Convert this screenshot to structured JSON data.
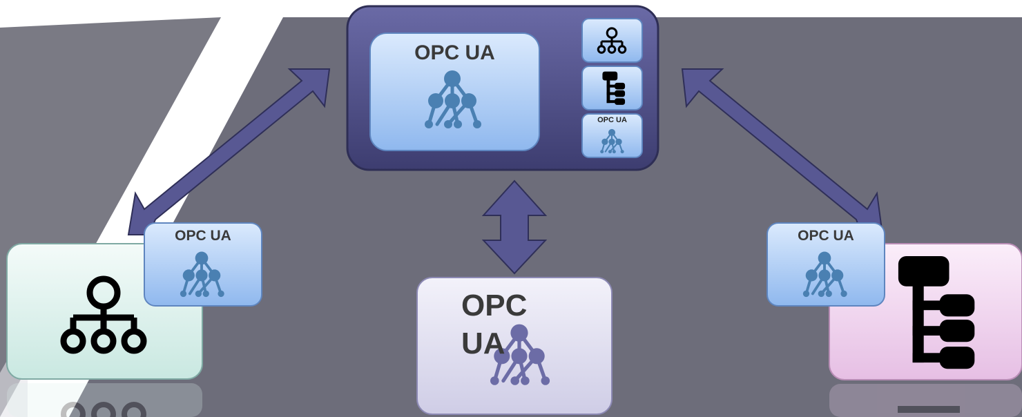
{
  "diagram": {
    "central_server": {
      "main_label": "OPC UA",
      "mini_label": "OPC UA"
    },
    "left_node": {
      "badge_label": "OPC UA"
    },
    "right_node": {
      "badge_label": "OPC UA"
    },
    "bottom_node": {
      "label_line1": "OPC",
      "label_line2": "UA"
    },
    "icons": {
      "org_tree": "hierarchy-icon",
      "list_tree": "tree-list-icon",
      "address_space": "node-tree-icon"
    },
    "colors": {
      "background_gray": "#6e6e7c",
      "arrow_purple": "#565690",
      "server_frame": "#4f4f86",
      "badge_blue": "#a9ccf5",
      "left_node_teal": "#dff2ee",
      "right_node_pink": "#f1d2ee",
      "bottom_node_lavender": "#e3e1f2"
    }
  }
}
